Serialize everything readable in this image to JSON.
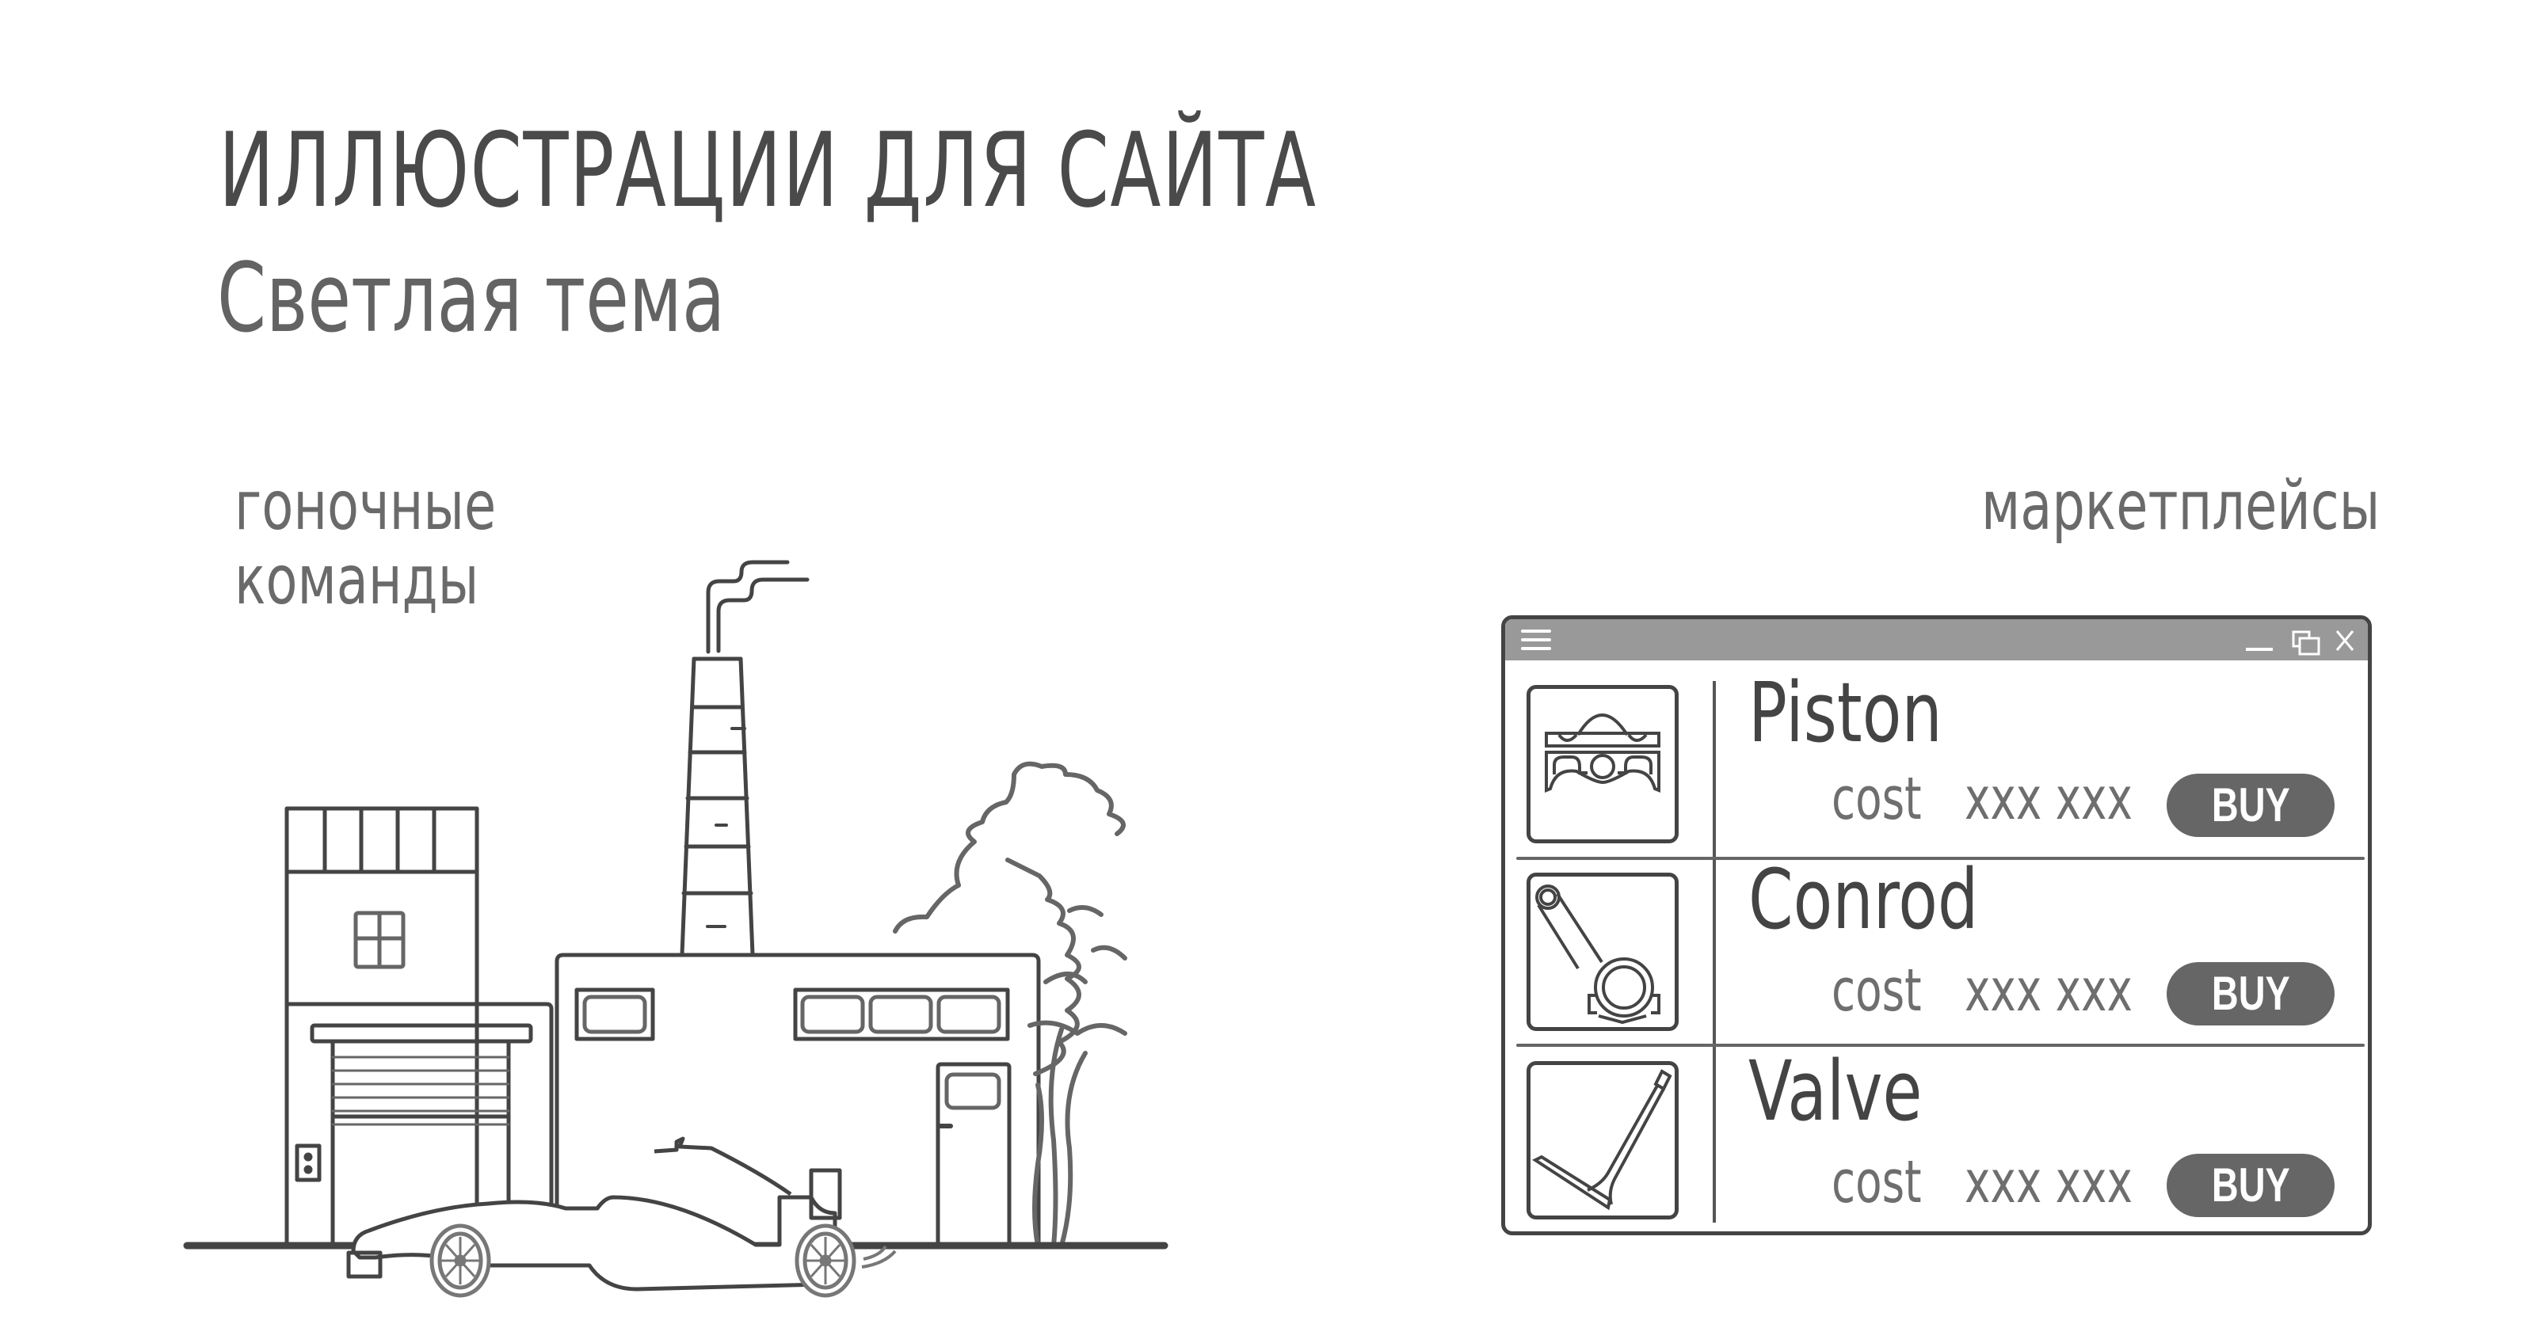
{
  "header": {
    "title": "ИЛЛЮСТРАЦИИ ДЛЯ САЙТА",
    "subtitle": "Светлая тема"
  },
  "sections": {
    "racing": {
      "label_line1": "гоночные",
      "label_line2": "команды",
      "illustration": [
        "factory-building",
        "chimney-with-smoke",
        "garage-with-roller-door",
        "tree",
        "formula-race-car",
        "ground-line"
      ]
    },
    "marketplace": {
      "label": "маркетплейсы",
      "window": {
        "titlebar_icons": [
          "menu-icon",
          "minimize-icon",
          "restore-icon",
          "close-icon"
        ],
        "items": [
          {
            "name": "Piston",
            "cost_label": "cost",
            "cost_value": "xxx xxx",
            "button": "BUY",
            "icon": "piston-icon"
          },
          {
            "name": "Conrod",
            "cost_label": "cost",
            "cost_value": "xxx xxx",
            "button": "BUY",
            "icon": "conrod-icon"
          },
          {
            "name": "Valve",
            "cost_label": "cost",
            "cost_value": "xxx xxx",
            "button": "BUY",
            "icon": "valve-icon"
          }
        ]
      }
    }
  },
  "colors": {
    "background": "#ffffff",
    "title_text": "#4a4a4a",
    "secondary_text": "#6a6a6a",
    "line_art": "#444444",
    "titlebar": "#999999",
    "button_fill": "#666666",
    "button_text": "#ffffff"
  }
}
